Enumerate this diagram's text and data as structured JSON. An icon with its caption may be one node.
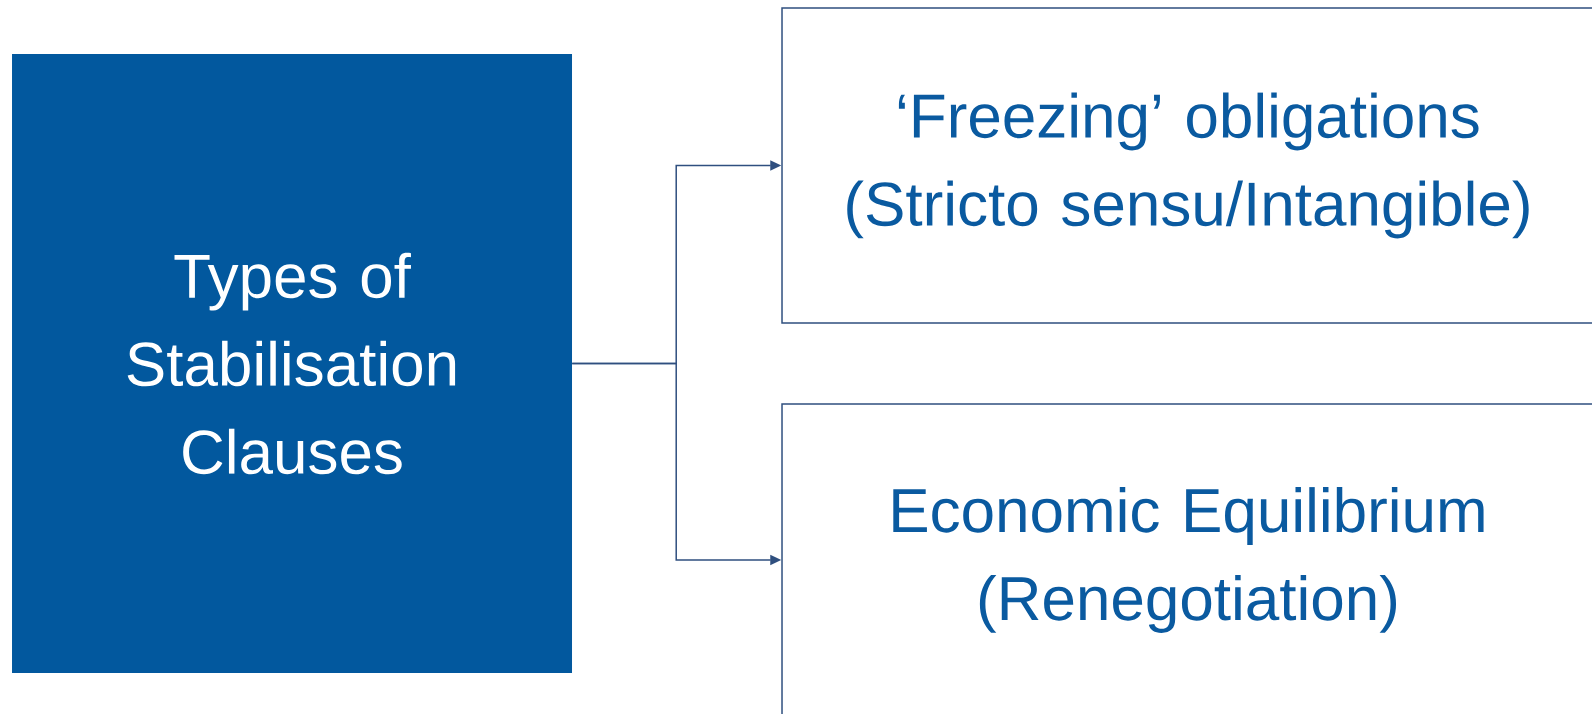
{
  "diagram": {
    "nodes": [
      {
        "text": [
          "Types of Stabilisation Clauses"
        ]
      },
      {
        "text": [
          "‘Freezing’ obligations (Stricto sensu/Intangible)"
        ]
      },
      {
        "text": [
          "Economic Equilibrium (Renegotiation)"
        ]
      }
    ],
    "edges": [
      {
        "from": 0,
        "to": 1,
        "arrow": "to"
      },
      {
        "from": 0,
        "to": 2,
        "arrow": "to"
      }
    ]
  }
}
